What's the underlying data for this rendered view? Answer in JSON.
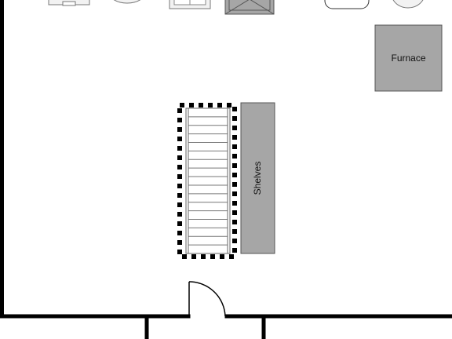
{
  "rooms": {
    "furnace": {
      "label": "Furnace"
    },
    "shelves": {
      "label": "Shelves"
    }
  },
  "staircase": {
    "tread_count": 17
  },
  "colors": {
    "wall": "#000000",
    "fixture_fill": "#a6a6a6",
    "fixture_stroke": "#555555",
    "appliance_stroke": "#777777",
    "appliance_fill": "#f2f2f2",
    "stair_fill": "#ffffff",
    "railing": "#000000"
  },
  "icons": {
    "appliances": [
      "washer-icon",
      "round-tank-icon",
      "sink-icon",
      "box-icon",
      "tub-icon",
      "water-heater-icon"
    ],
    "door": "door-swing-icon"
  }
}
